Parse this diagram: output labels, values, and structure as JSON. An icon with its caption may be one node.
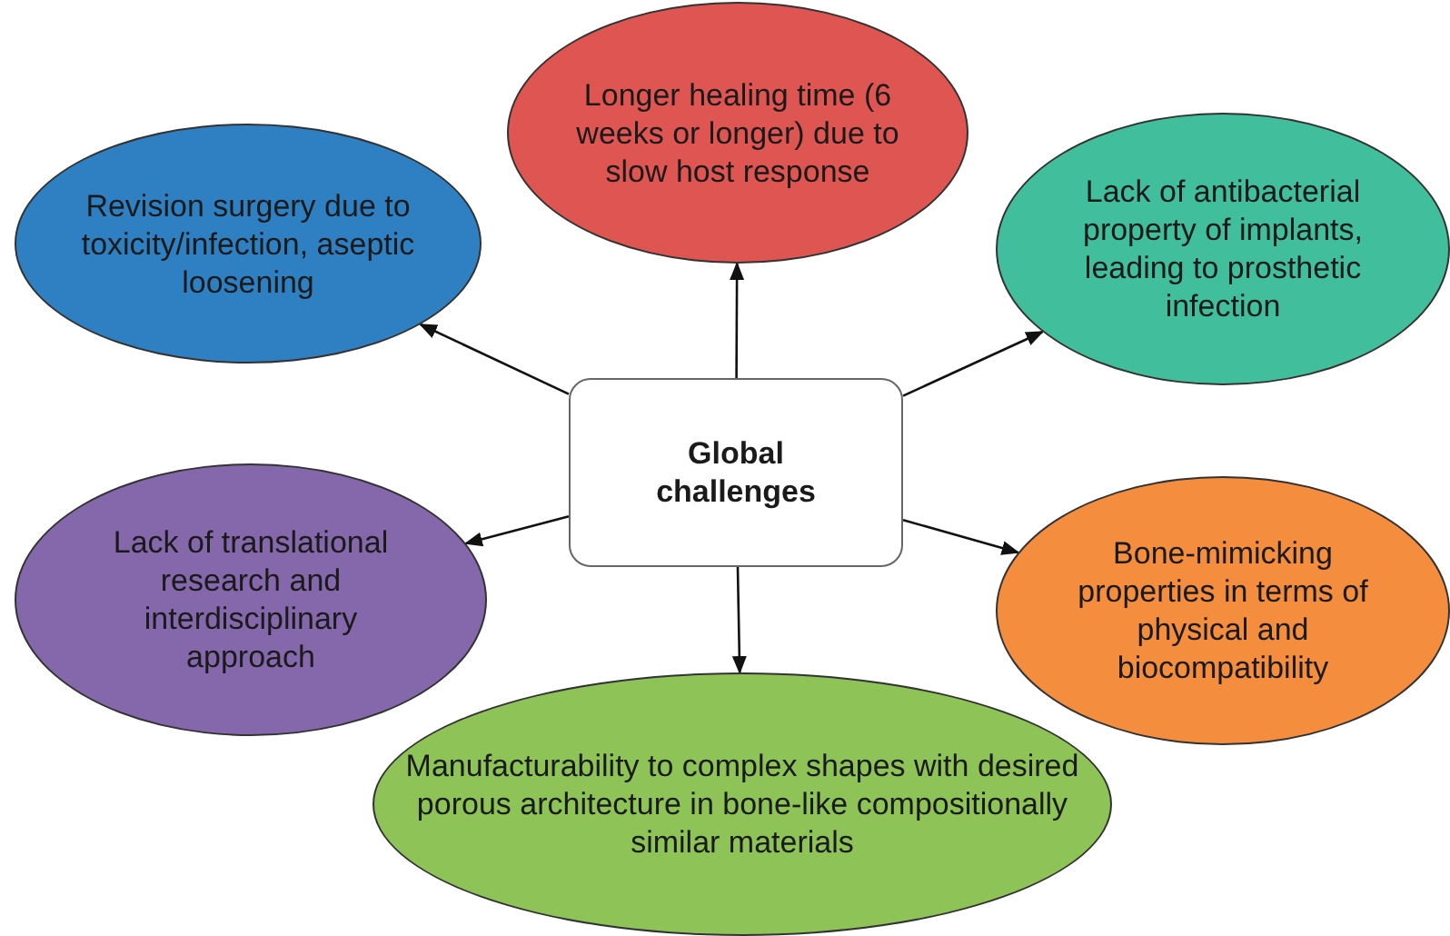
{
  "diagram": {
    "nodes": [
      {
        "text": [
          "Longer healing time (6 weeks or longer) due to slow host response"
        ]
      },
      {
        "text": [
          "Revision surgery due to toxicity/infection, aseptic loosening"
        ]
      },
      {
        "text": [
          "Lack of antibacterial property of implants, leading to prosthetic infection"
        ]
      },
      {
        "text": [
          "Global challenges"
        ]
      },
      {
        "text": [
          "Lack of translational research and interdisciplinary approach"
        ]
      },
      {
        "text": [
          "Bone-mimicking properties in terms of physical and biocompatibility"
        ]
      },
      {
        "text": [
          "Manufacturability to complex shapes with desired porous architecture in bone-like compositionally similar materials"
        ]
      }
    ],
    "edges": [
      {
        "from": 3,
        "to": 0,
        "arrow": "to"
      },
      {
        "from": 3,
        "to": 1,
        "arrow": "to"
      },
      {
        "from": 3,
        "to": 2,
        "arrow": "to"
      },
      {
        "from": 3,
        "to": 4,
        "arrow": "to"
      },
      {
        "from": 3,
        "to": 5,
        "arrow": "to"
      },
      {
        "from": 3,
        "to": 6,
        "arrow": "to"
      }
    ]
  }
}
